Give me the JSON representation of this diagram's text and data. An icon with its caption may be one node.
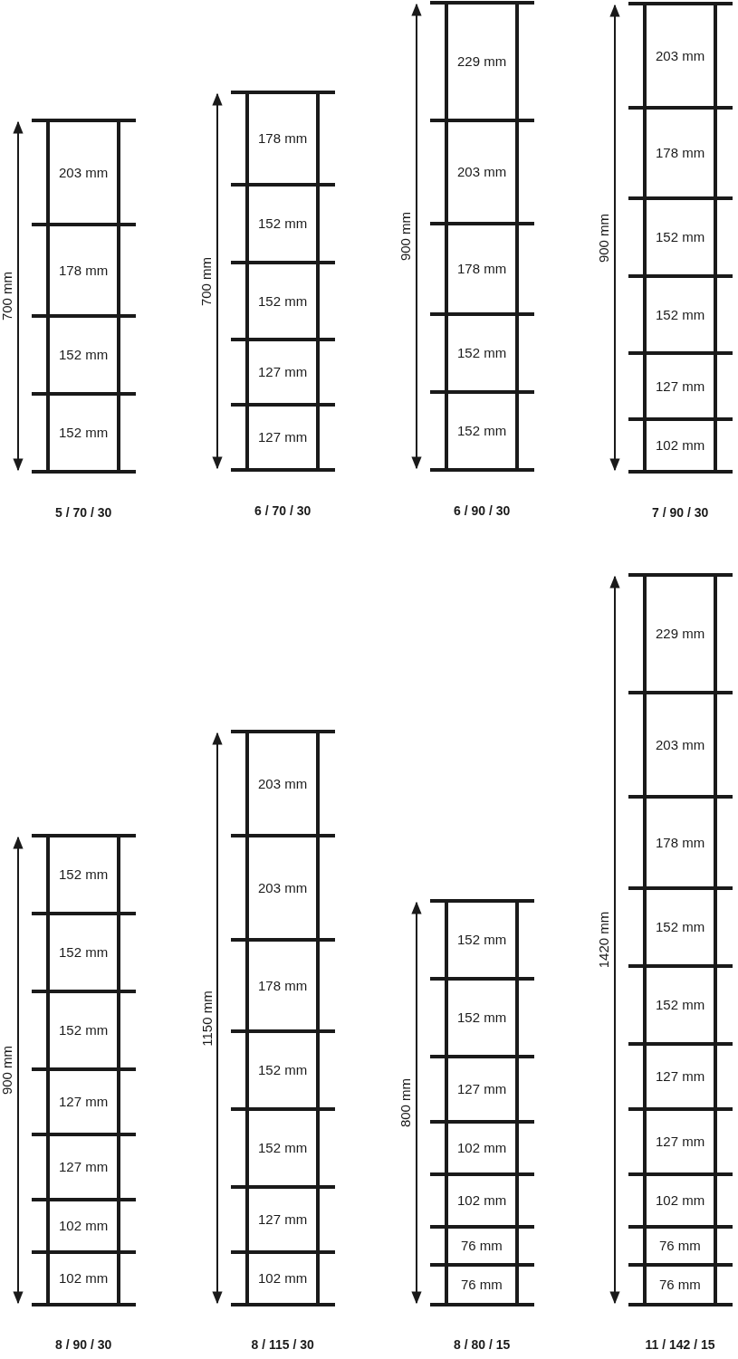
{
  "diagram": {
    "labels": [
      "700 mm",
      "203 mm",
      "178 mm",
      "152 mm",
      "152 mm",
      "5 / 70 / 30",
      "700 mm",
      "178 mm",
      "152 mm",
      "152 mm",
      "127 mm",
      "127 mm",
      "6 / 70 / 30",
      "900 mm",
      "229 mm",
      "203 mm",
      "178 mm",
      "152 mm",
      "152 mm",
      "6 / 90 / 30",
      "900 mm",
      "203 mm",
      "178 mm",
      "152 mm",
      "152 mm",
      "127 mm",
      "102 mm",
      "7 / 90 / 30",
      "900 mm",
      "152 mm",
      "152 mm",
      "152 mm",
      "127 mm",
      "127 mm",
      "102 mm",
      "102 mm",
      "8 / 90 / 30",
      "1150 mm",
      "203 mm",
      "203 mm",
      "178 mm",
      "152 mm",
      "152 mm",
      "127 mm",
      "102 mm",
      "8 / 115 / 30",
      "800 mm",
      "152 mm",
      "152 mm",
      "127 mm",
      "102 mm",
      "102 mm",
      "76 mm",
      "76 mm",
      "8 / 80 / 15",
      "1420 mm",
      "229 mm",
      "203 mm",
      "178 mm",
      "152 mm",
      "152 mm",
      "127 mm",
      "127 mm",
      "102 mm",
      "76 mm",
      "76 mm",
      "11 / 142 / 15"
    ]
  }
}
